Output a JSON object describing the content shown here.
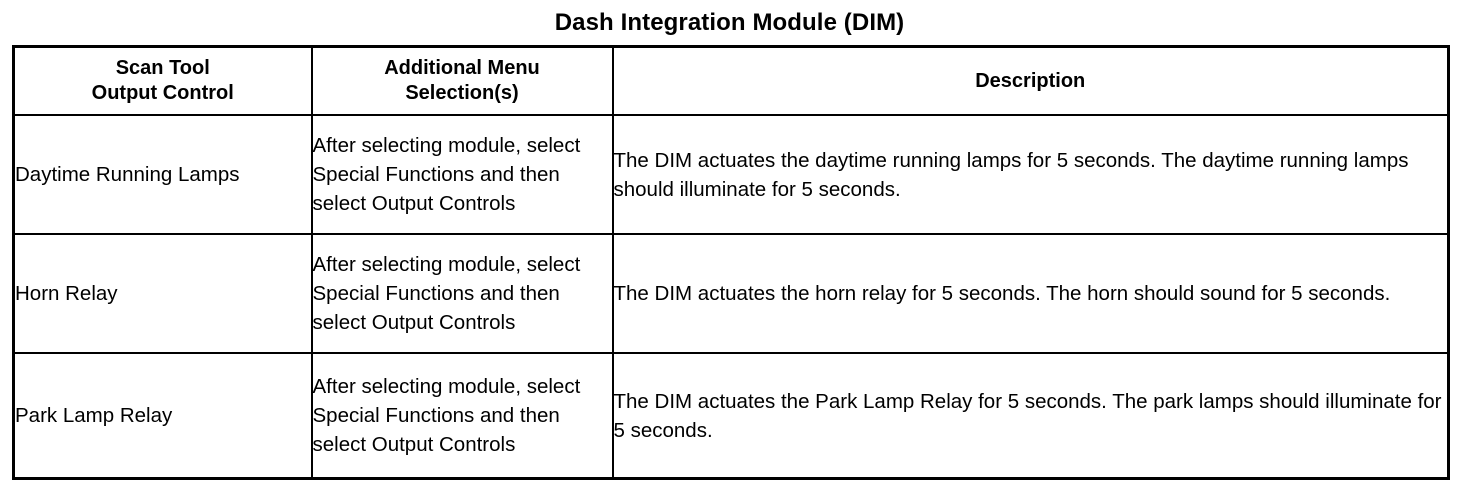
{
  "document": {
    "title": "Dash Integration Module (DIM)"
  },
  "table": {
    "headers": {
      "control": {
        "line1": "Scan Tool",
        "line2": "Output Control"
      },
      "menu": {
        "line1": "Additional Menu",
        "line2": "Selection(s)"
      },
      "description": "Description"
    },
    "rows": [
      {
        "control": "Daytime Running Lamps",
        "menu": "After selecting module, select Special Functions and then select Output Controls",
        "description": "The DIM actuates the daytime running lamps for 5 seconds. The daytime running lamps should illuminate for 5 seconds."
      },
      {
        "control": "Horn Relay",
        "menu": "After selecting module, select Special Functions and then select Output Controls",
        "description": "The DIM actuates the horn relay for 5 seconds. The horn should sound for 5 seconds."
      },
      {
        "control": "Park Lamp Relay",
        "menu": "After selecting module, select Special Functions and then select Output Controls",
        "description": "The DIM actuates the Park Lamp Relay for 5 seconds. The park lamps should illuminate for 5 seconds."
      }
    ]
  },
  "colors": {
    "text": "#000000",
    "background": "#ffffff",
    "border": "#000000"
  }
}
